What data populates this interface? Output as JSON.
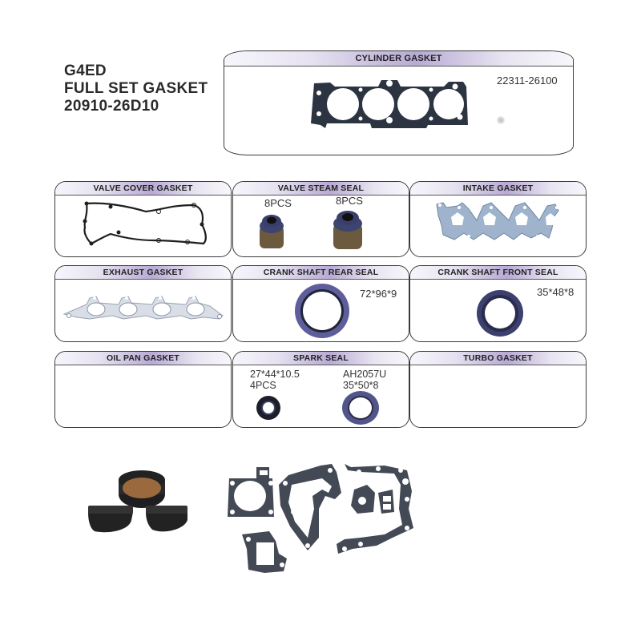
{
  "title": {
    "engine": "G4ED",
    "name": "FULL SET GASKET",
    "part_number": "20910-26D10"
  },
  "cylinder_gasket": {
    "header": "CYLINDER GASKET",
    "part_number": "22311-26100"
  },
  "panels": {
    "valve_cover": {
      "header": "VALVE COVER GASKET"
    },
    "valve_stem_seal": {
      "header": "VALVE STEAM SEAL",
      "qty_left": "8PCS",
      "qty_right": "8PCS"
    },
    "intake": {
      "header": "INTAKE GASKET"
    },
    "exhaust": {
      "header": "EXHAUST GASKET"
    },
    "crank_rear": {
      "header": "CRANK SHAFT REAR SEAL",
      "size": "72*96*9"
    },
    "crank_front": {
      "header": "CRANK SHAFT FRONT SEAL",
      "size": "35*48*8"
    },
    "oil_pan": {
      "header": "OIL PAN GASKET"
    },
    "spark": {
      "header": "SPARK SEAL",
      "left_size": "27*44*10.5",
      "left_qty": "4PCS",
      "right_code": "AH2057U",
      "right_size": "35*50*8"
    },
    "turbo": {
      "header": "TURBO GASKET"
    }
  },
  "colors": {
    "panel_border": "#3a3a3a",
    "header_accent": "#b8aad4",
    "gasket_dark": "#2f3440",
    "intake_blue": "#9fb4cc",
    "seal_blue": "#4a4e86",
    "seal_brown": "#6b5a3e"
  }
}
